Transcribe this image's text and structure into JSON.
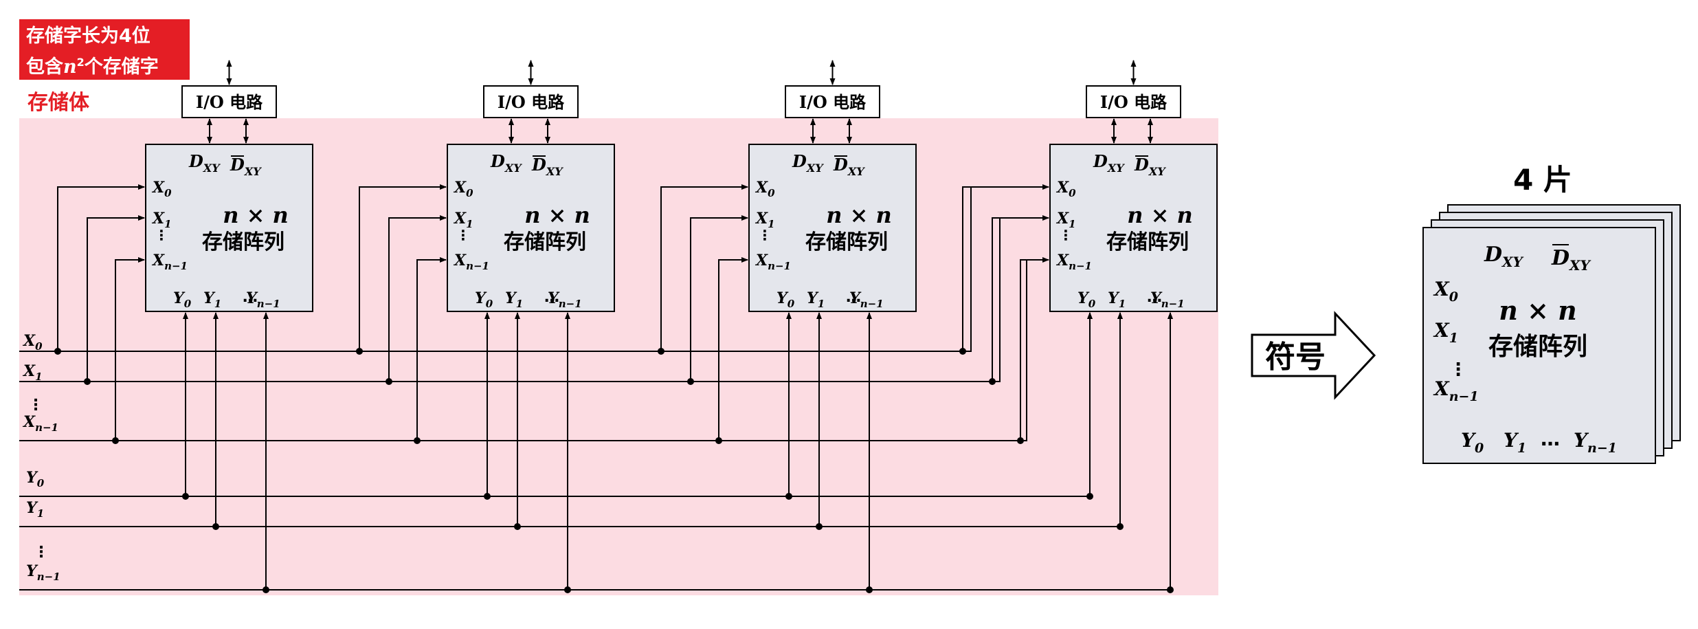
{
  "header": {
    "word_length_line": "存储字长为4位",
    "count_line_prefix": "包含",
    "count_line_var": "n",
    "count_line_exp": "2",
    "count_line_suffix": "个存储字"
  },
  "memory_bank_label": "存储体",
  "chip": {
    "io_circuit_label": "I/O 电路",
    "d_label": "D",
    "d_sub": "XY",
    "dbar_label": "D",
    "dbar_sub": "XY",
    "array_size": "n × n",
    "array_name": "存储阵列",
    "x_pins": [
      {
        "var": "X",
        "sub": "0"
      },
      {
        "var": "X",
        "sub": "1"
      },
      {
        "var": "X",
        "sub": "n−1"
      }
    ],
    "y_pins": [
      {
        "var": "Y",
        "sub": "0"
      },
      {
        "var": "Y",
        "sub": "1"
      },
      {
        "var": "Y",
        "sub": "n−1"
      }
    ],
    "ellipsis_h": "…",
    "ellipsis_v": "⋮"
  },
  "chip_count": 4,
  "address_lines": {
    "x": [
      {
        "var": "X",
        "sub": "0"
      },
      {
        "var": "X",
        "sub": "1"
      },
      {
        "var": "X",
        "sub": "n−1"
      }
    ],
    "y": [
      {
        "var": "Y",
        "sub": "0"
      },
      {
        "var": "Y",
        "sub": "1"
      },
      {
        "var": "Y",
        "sub": "n−1"
      }
    ]
  },
  "arrow_label": "符号",
  "symbol": {
    "title": "4 片",
    "d_label": "D",
    "d_sub": "XY",
    "dbar_label": "D",
    "dbar_sub": "XY",
    "array_size": "n × n",
    "array_name": "存储阵列",
    "x_pins": [
      {
        "var": "X",
        "sub": "0"
      },
      {
        "var": "X",
        "sub": "1"
      },
      {
        "var": "X",
        "sub": "n−1"
      }
    ],
    "y_pins": [
      {
        "var": "Y",
        "sub": "0"
      },
      {
        "var": "Y",
        "sub": "1"
      },
      {
        "var": "Y",
        "sub": "n−1"
      }
    ]
  },
  "colors": {
    "bank_fill": "#fcdce2",
    "chip_fill": "#e4e6ec",
    "badge": "#e41e25",
    "line": "#000000"
  }
}
